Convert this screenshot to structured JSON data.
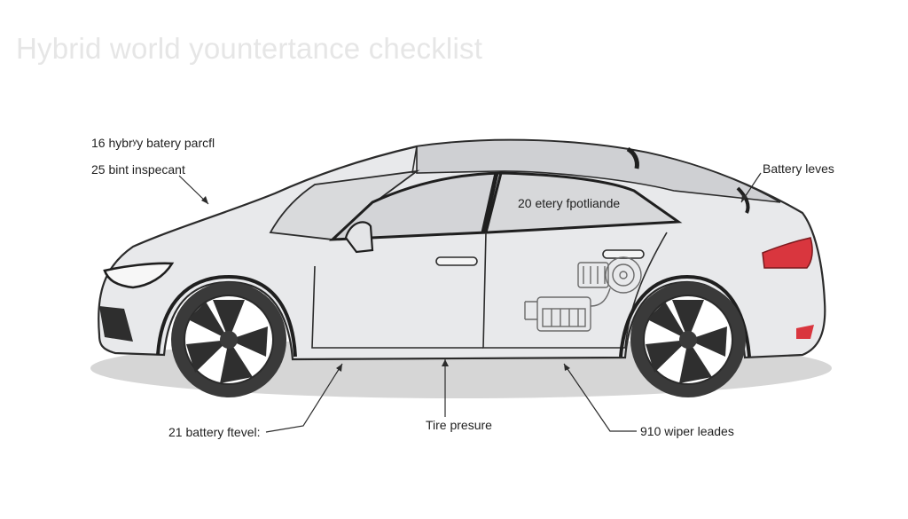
{
  "title": "Hybrid world yountertance checklist",
  "labels": {
    "hybrid_battery": "16 hybrʸy batery parcfl",
    "bint_inspecant": "25 bint inspecant",
    "battery_leves": "Battery leves",
    "etery_fpotliande": "20 etery fpotliande",
    "battery_ftevel": "21 battery ftevel:",
    "tire_presure": "Tire presure",
    "wiper_leades": "910 wiper leades"
  },
  "colors": {
    "body": "#e6e7e9",
    "outline": "#2a2a2a",
    "shadow": "#d4d4d4",
    "taillight": "#d9363e",
    "tire": "#3a3a3a"
  }
}
